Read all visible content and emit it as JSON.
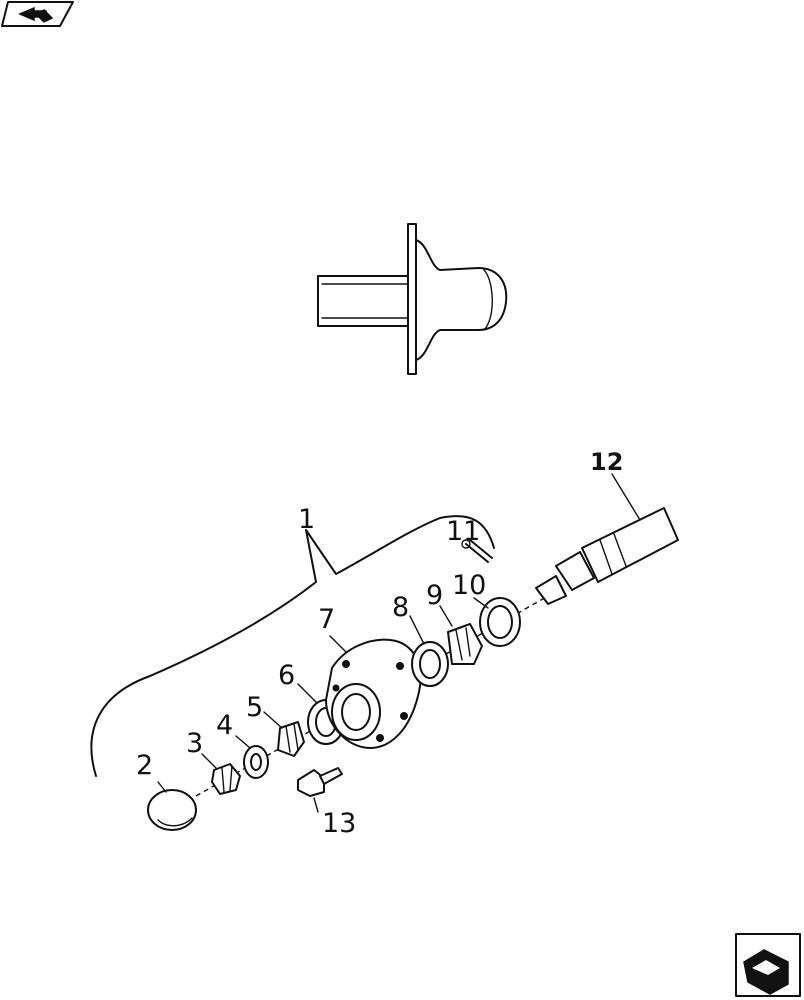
{
  "callouts": {
    "c1": "1",
    "c2": "2",
    "c3": "3",
    "c4": "4",
    "c5": "5",
    "c6": "6",
    "c7": "7",
    "c8": "8",
    "c9": "9",
    "c10": "10",
    "c11": "11",
    "c12": "12",
    "c13": "13"
  },
  "icons": {
    "top_left": "back-arrow-icon",
    "bottom_right": "next-page-icon"
  }
}
